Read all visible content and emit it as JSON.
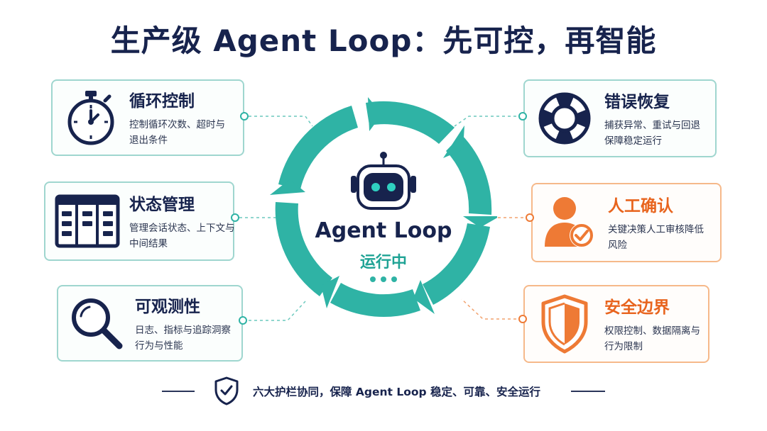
{
  "title": "生产级 Agent Loop：先可控，再智能",
  "center": {
    "title": "Agent Loop",
    "status": "运行中"
  },
  "cards": [
    {
      "key": "loop-control",
      "title": "循环控制",
      "desc": "控制循环次数、超时与退出条件",
      "icon": "stopwatch-icon",
      "color": "#2fb3a5"
    },
    {
      "key": "state-management",
      "title": "状态管理",
      "desc": "管理会话状态、上下文与中间结果",
      "icon": "kanban-board-icon",
      "color": "#2fb3a5"
    },
    {
      "key": "observability",
      "title": "可观测性",
      "desc": "日志、指标与追踪洞察行为与性能",
      "icon": "magnifier-icon",
      "color": "#2fb3a5"
    },
    {
      "key": "error-recovery",
      "title": "错误恢复",
      "desc": "捕获异常、重试与回退保障稳定运行",
      "icon": "lifebuoy-icon",
      "color": "#2fb3a5"
    },
    {
      "key": "human-confirmation",
      "title": "人工确认",
      "desc": "关键决策人工审核降低风险",
      "icon": "user-check-icon",
      "color": "#ee7a35"
    },
    {
      "key": "safety-boundary",
      "title": "安全边界",
      "desc": "权限控制、数据隔离与行为限制",
      "icon": "shield-icon",
      "color": "#ee7a35"
    }
  ],
  "footer": {
    "text": "六大护栏协同，保障 Agent Loop 稳定、可靠、安全运行",
    "icon": "shield-check-icon"
  },
  "colors": {
    "navy": "#17234d",
    "teal": "#2fb3a5",
    "orange": "#ee7a35"
  }
}
